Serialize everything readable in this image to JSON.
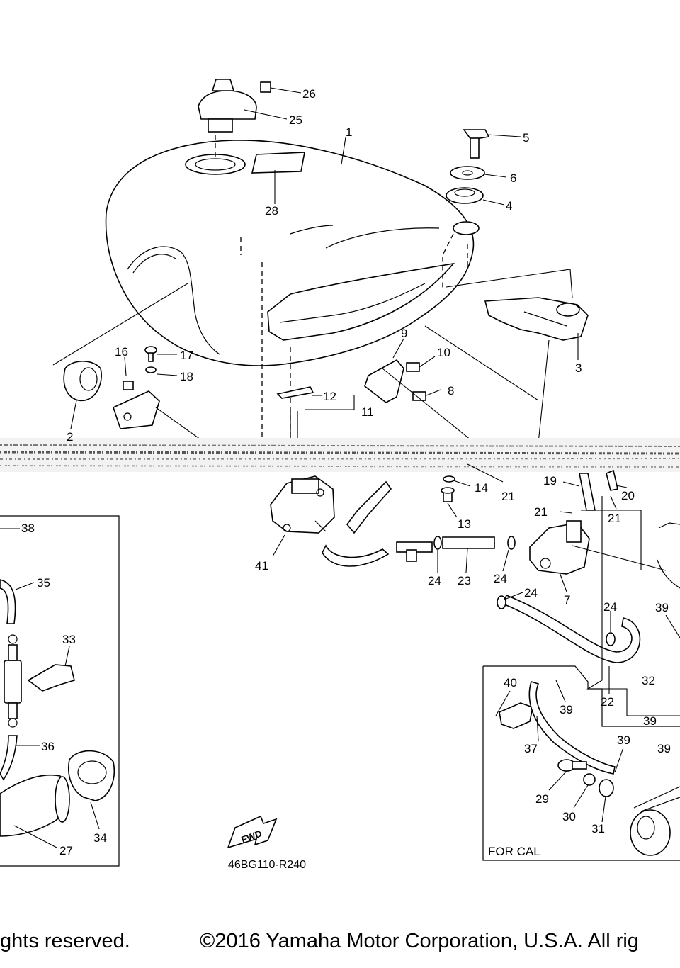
{
  "callouts": {
    "c1": "1",
    "c2": "2",
    "c3": "3",
    "c4": "4",
    "c5": "5",
    "c6": "6",
    "c7": "7",
    "c8": "8",
    "c9": "9",
    "c10": "10",
    "c11": "11",
    "c12": "12",
    "c13": "13",
    "c14": "14",
    "c16": "16",
    "c17": "17",
    "c18": "18",
    "c19": "19",
    "c20": "20",
    "c21a": "21",
    "c21b": "21",
    "c21c": "21",
    "c22": "22",
    "c23": "23",
    "c24a": "24",
    "c24b": "24",
    "c24c": "24",
    "c24d": "24",
    "c25": "25",
    "c26": "26",
    "c27": "27",
    "c28": "28",
    "c29": "29",
    "c30": "30",
    "c31": "31",
    "c32": "32",
    "c33": "33",
    "c34": "34",
    "c35": "35",
    "c36": "36",
    "c37": "37",
    "c38": "38",
    "c39a": "39",
    "c39b": "39",
    "c39c": "39",
    "c39d": "39",
    "c39e": "39",
    "c40": "40",
    "c41": "41"
  },
  "inset_label": "FOR CAL",
  "fwd_label": "FWD",
  "diagram_code": "46BG110-R240",
  "footer": {
    "left": "ghts reserved.",
    "right": "©2016 Yamaha Motor Corporation, U.S.A. All rig"
  }
}
